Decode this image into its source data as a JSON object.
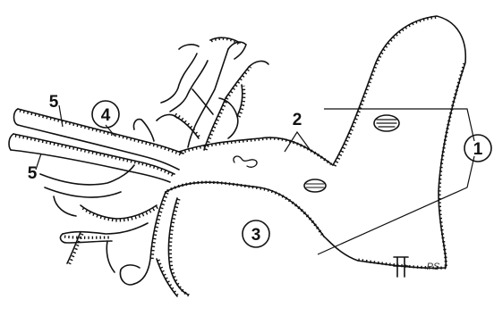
{
  "figure": {
    "labels": {
      "label_1": "1",
      "label_2": "2",
      "label_3": "3",
      "label_4": "4",
      "label_5_upper": "5",
      "label_5_lower": "5"
    },
    "signature": "PS"
  }
}
